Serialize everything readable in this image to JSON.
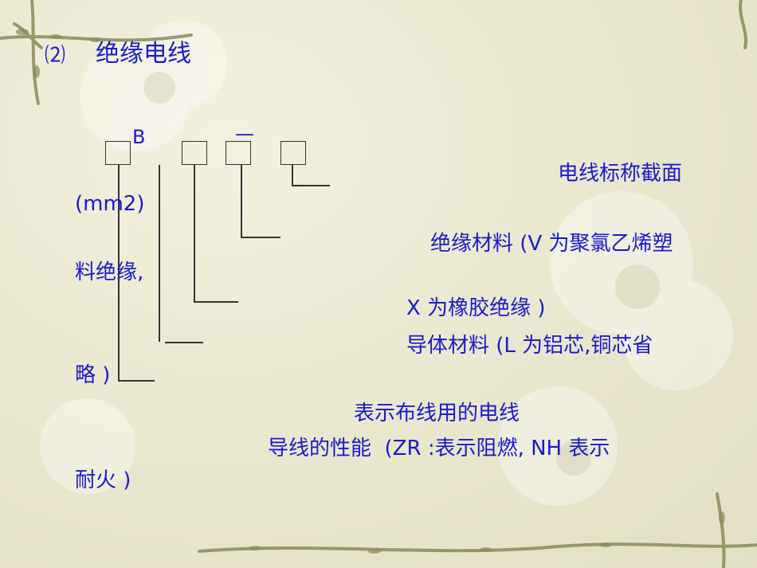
{
  "slide": {
    "title_number": "⑵",
    "title_text": "绝缘电线",
    "model_letter_b": "B",
    "model_dash": "—",
    "lines": [
      "电线标称截面",
      "(mm2)",
      "绝缘材料 (V 为聚氯乙烯塑",
      "料绝缘,",
      "X 为橡胶绝缘 )",
      "导体材料 (L 为铝芯,铜芯省",
      "略 )",
      "表示布线用的电线",
      "导线的性能  (ZR :表示阻燃, NH 表示",
      "耐火 )"
    ]
  },
  "colors": {
    "text": "#1a1acb",
    "line": "#333333",
    "background": "#ece9d2",
    "vine": "#8a8a5a"
  },
  "icons": [
    "vine-border-decoration",
    "flower-background"
  ]
}
